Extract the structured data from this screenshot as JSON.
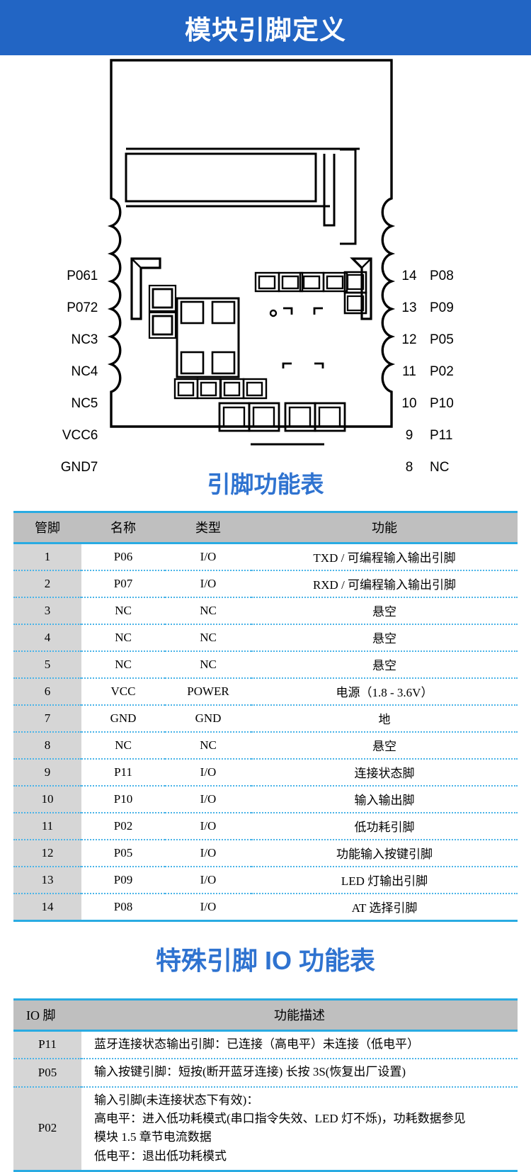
{
  "banner": {
    "title": "模块引脚定义",
    "bg_color": "#2265c4",
    "text_color": "#ffffff"
  },
  "diagram": {
    "name": "module-pinout-diagram",
    "left_pins": [
      {
        "name": "P06",
        "num": "1"
      },
      {
        "name": "P07",
        "num": "2"
      },
      {
        "name": "NC",
        "num": "3"
      },
      {
        "name": "NC",
        "num": "4"
      },
      {
        "name": "NC",
        "num": "5"
      },
      {
        "name": "VCC",
        "num": "6"
      },
      {
        "name": "GND",
        "num": "7"
      }
    ],
    "right_pins": [
      {
        "num": "14",
        "name": "P08"
      },
      {
        "num": "13",
        "name": "P09"
      },
      {
        "num": "12",
        "name": "P05"
      },
      {
        "num": "11",
        "name": "P02"
      },
      {
        "num": "10",
        "name": "P10"
      },
      {
        "num": "9",
        "name": "P11"
      },
      {
        "num": "8",
        "name": "NC"
      }
    ]
  },
  "pin_table": {
    "title": "引脚功能表",
    "headers": [
      "管脚",
      "名称",
      "类型",
      "功能"
    ],
    "rows": [
      [
        "1",
        "P06",
        "I/O",
        "TXD / 可编程输入输出引脚"
      ],
      [
        "2",
        "P07",
        "I/O",
        "RXD / 可编程输入输出引脚"
      ],
      [
        "3",
        "NC",
        "NC",
        "悬空"
      ],
      [
        "4",
        "NC",
        "NC",
        "悬空"
      ],
      [
        "5",
        "NC",
        "NC",
        "悬空"
      ],
      [
        "6",
        "VCC",
        "POWER",
        "电源（1.8 - 3.6V）"
      ],
      [
        "7",
        "GND",
        "GND",
        "地"
      ],
      [
        "8",
        "NC",
        "NC",
        "悬空"
      ],
      [
        "9",
        "P11",
        "I/O",
        "连接状态脚"
      ],
      [
        "10",
        "P10",
        "I/O",
        "输入输出脚"
      ],
      [
        "11",
        "P02",
        "I/O",
        "低功耗引脚"
      ],
      [
        "12",
        "P05",
        "I/O",
        "功能输入按键引脚"
      ],
      [
        "13",
        "P09",
        "I/O",
        "LED 灯输出引脚"
      ],
      [
        "14",
        "P08",
        "I/O",
        "AT 选择引脚"
      ]
    ]
  },
  "io_table": {
    "title": "特殊引脚 IO 功能表",
    "headers": [
      "IO 脚",
      "功能描述"
    ],
    "rows": [
      {
        "pin": "P11",
        "lines": [
          "蓝牙连接状态输出引脚：已连接（高电平）未连接（低电平）"
        ]
      },
      {
        "pin": "P05",
        "lines": [
          "输入按键引脚：短按(断开蓝牙连接) 长按 3S(恢复出厂设置)"
        ]
      },
      {
        "pin": "P02",
        "lines": [
          "输入引脚(未连接状态下有效)：",
          "高电平：进入低功耗模式(串口指令失效、LED 灯不烁)，功耗数据参见",
          "模块 1.5 章节电流数据",
          "低电平：退出低功耗模式"
        ]
      }
    ]
  },
  "colors": {
    "banner_blue": "#2265c4",
    "title_blue": "#2f73d0",
    "rule_cyan": "#29abe2",
    "dotted_cyan": "#4ab4e8",
    "header_gray": "#bfbfbf",
    "pin_col_gray": "#d6d6d6"
  }
}
